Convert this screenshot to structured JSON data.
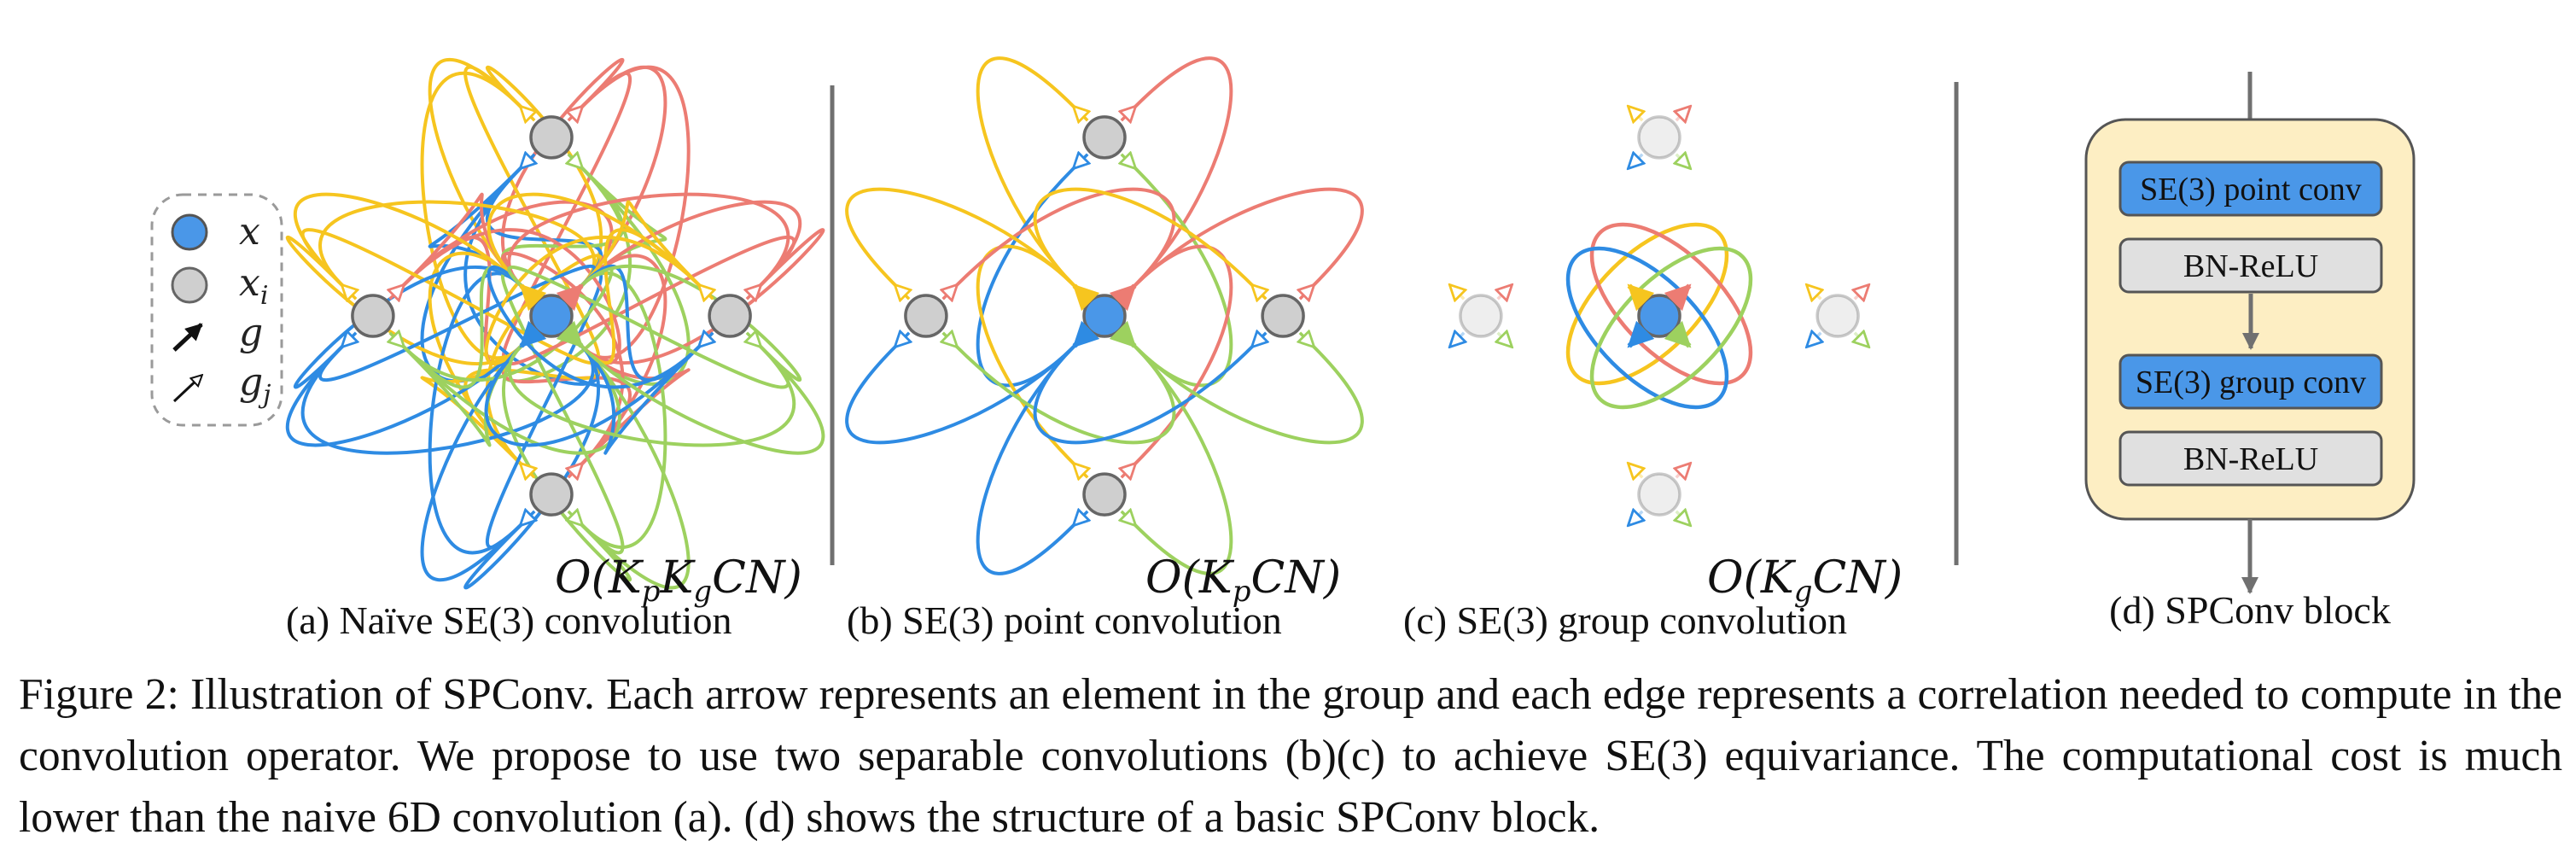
{
  "legend": {
    "items": [
      {
        "symbol": "x",
        "kind": "center-node"
      },
      {
        "symbol": "x_i",
        "kind": "neighbor-node"
      },
      {
        "symbol": "g",
        "kind": "filled-arrow"
      },
      {
        "symbol": "g_j",
        "kind": "hollow-arrow"
      }
    ]
  },
  "colors": {
    "center_node": "#4a97e8",
    "neighbor_node": "#cfcfcf",
    "red": "#ec7c73",
    "yellow": "#f6c51f",
    "green": "#9dd15f",
    "blue": "#2e8be3",
    "block_bg": "#fdeec3",
    "conv_box": "#4a97e8",
    "norm_box": "#e0e0e0",
    "divider": "#707070"
  },
  "panels": [
    {
      "id": "a",
      "complexity": "O(K_pK_gCN)",
      "label": "(a)  Naïve SE(3) convolution"
    },
    {
      "id": "b",
      "complexity": "O(K_pCN)",
      "label": "(b)  SE(3) point convolution"
    },
    {
      "id": "c",
      "complexity": "O(K_gCN)",
      "label": "(c)  SE(3) group convolution"
    }
  ],
  "block": {
    "label": "(d) SPConv block",
    "boxes": [
      "SE(3) point conv",
      "BN-ReLU",
      "SE(3) group conv",
      "BN-ReLU"
    ]
  },
  "caption": "Figure 2: Illustration of SPConv. Each arrow represents an element in the group and each edge represents a correlation needed to compute in the convolution operator. We propose to use two separable convolutions (b)(c) to achieve SE(3) equivariance. The computational cost is much lower than the naive 6D convolution (a). (d) shows the structure of a basic SPConv block."
}
